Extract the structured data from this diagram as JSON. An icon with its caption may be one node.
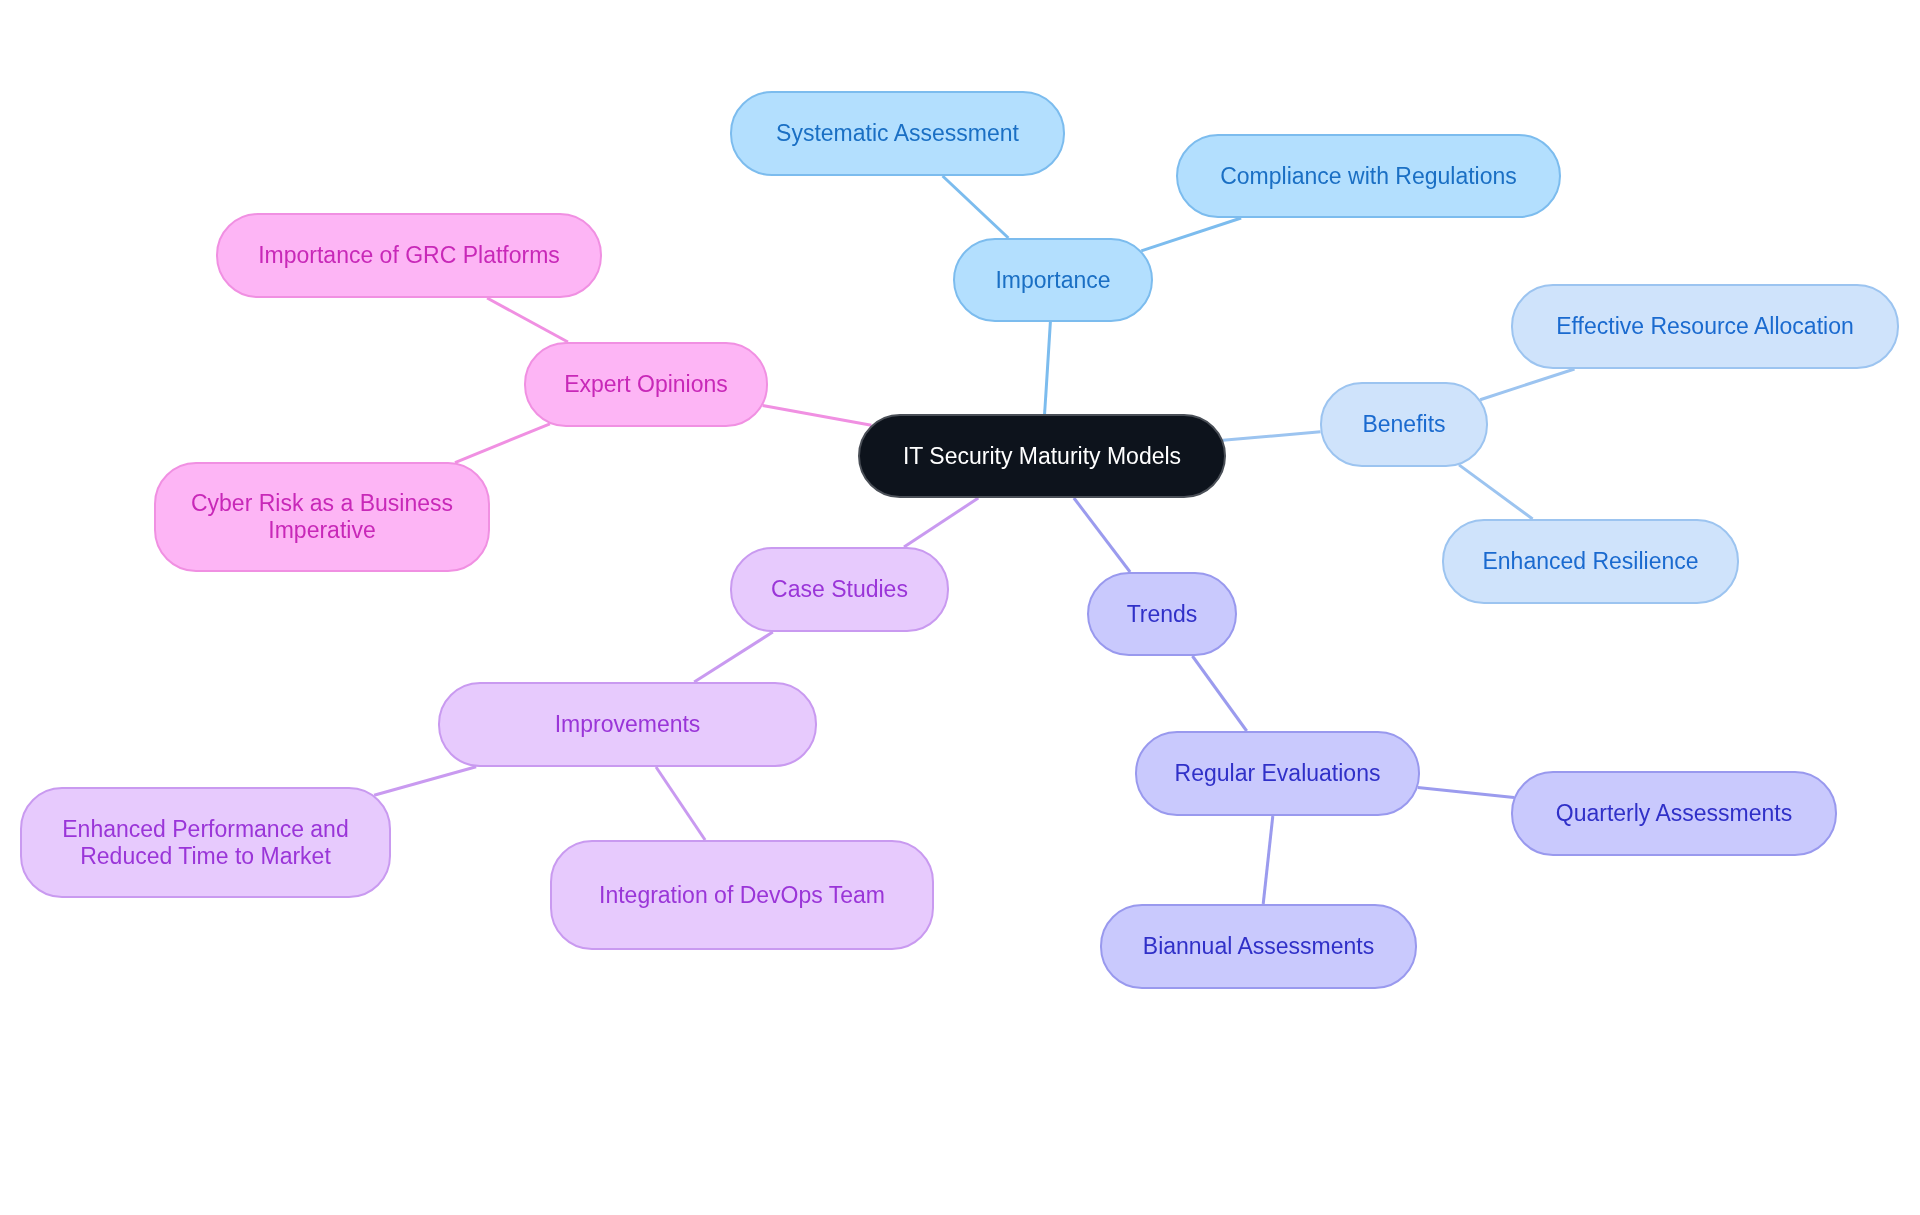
{
  "diagram": {
    "nodes": [
      {
        "text": [
          "IT Security Maturity Models"
        ]
      },
      {
        "text": [
          "Importance"
        ]
      },
      {
        "text": [
          "Systematic Assessment"
        ]
      },
      {
        "text": [
          "Compliance with Regulations"
        ]
      },
      {
        "text": [
          "Benefits"
        ]
      },
      {
        "text": [
          "Effective Resource Allocation"
        ]
      },
      {
        "text": [
          "Enhanced Resilience"
        ]
      },
      {
        "text": [
          "Trends"
        ]
      },
      {
        "text": [
          "Regular Evaluations"
        ]
      },
      {
        "text": [
          "Quarterly Assessments"
        ]
      },
      {
        "text": [
          "Biannual Assessments"
        ]
      },
      {
        "text": [
          "Case Studies"
        ]
      },
      {
        "text": [
          "Improvements"
        ]
      },
      {
        "text": [
          "Enhanced Performance and Reduced Time to Market"
        ]
      },
      {
        "text": [
          "Integration of DevOps Team"
        ]
      },
      {
        "text": [
          "Expert Opinions"
        ]
      },
      {
        "text": [
          "Importance of GRC Platforms"
        ]
      },
      {
        "text": [
          "Cyber Risk as a Business Imperative"
        ]
      }
    ],
    "edges": [
      {
        "from": 0,
        "to": 1,
        "arrow": "none",
        "color": "#7cbcee"
      },
      {
        "from": 1,
        "to": 2,
        "arrow": "none",
        "color": "#7cbcee"
      },
      {
        "from": 1,
        "to": 3,
        "arrow": "none",
        "color": "#7cbcee"
      },
      {
        "from": 0,
        "to": 4,
        "arrow": "none",
        "color": "#9cc4f0"
      },
      {
        "from": 4,
        "to": 5,
        "arrow": "none",
        "color": "#9cc4f0"
      },
      {
        "from": 4,
        "to": 6,
        "arrow": "none",
        "color": "#9cc4f0"
      },
      {
        "from": 0,
        "to": 7,
        "arrow": "none",
        "color": "#9b9bee"
      },
      {
        "from": 7,
        "to": 8,
        "arrow": "none",
        "color": "#9b9bee"
      },
      {
        "from": 8,
        "to": 9,
        "arrow": "none",
        "color": "#9b9bee"
      },
      {
        "from": 8,
        "to": 10,
        "arrow": "none",
        "color": "#9b9bee"
      },
      {
        "from": 0,
        "to": 11,
        "arrow": "none",
        "color": "#c99af0"
      },
      {
        "from": 11,
        "to": 12,
        "arrow": "none",
        "color": "#c99af0"
      },
      {
        "from": 12,
        "to": 13,
        "arrow": "none",
        "color": "#c99af0"
      },
      {
        "from": 12,
        "to": 14,
        "arrow": "none",
        "color": "#c99af0"
      },
      {
        "from": 0,
        "to": 15,
        "arrow": "none",
        "color": "#f090e2"
      },
      {
        "from": 15,
        "to": 16,
        "arrow": "none",
        "color": "#f090e2"
      },
      {
        "from": 15,
        "to": 17,
        "arrow": "none",
        "color": "#f090e2"
      }
    ]
  }
}
